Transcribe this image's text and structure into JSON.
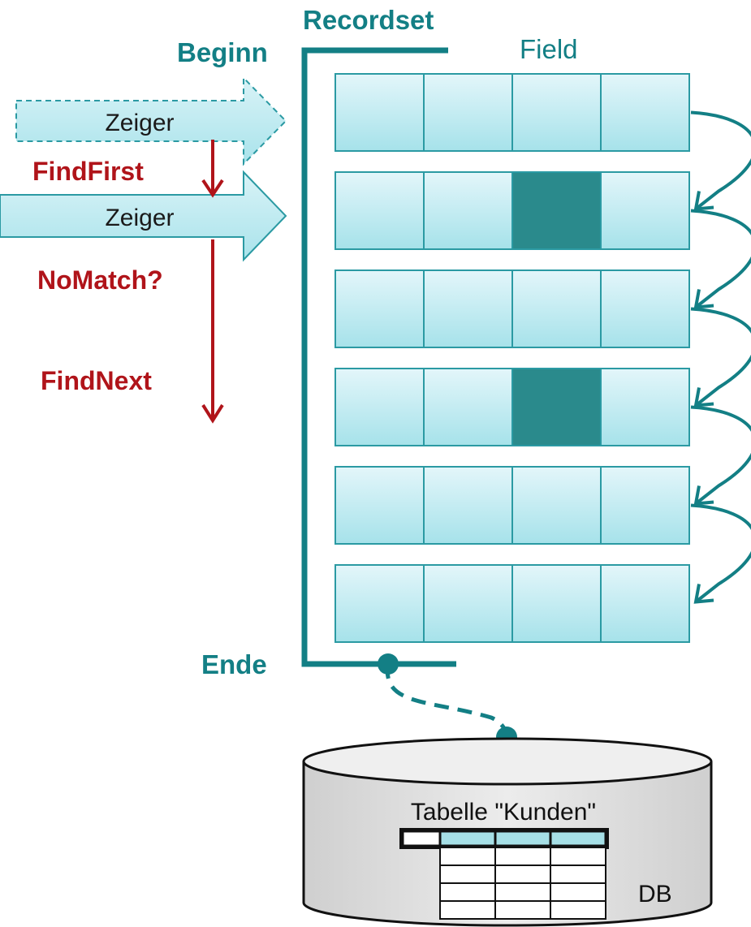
{
  "labels": {
    "recordset": "Recordset",
    "beginn": "Beginn",
    "field": "Field",
    "ende": "Ende",
    "pointer_ghost": "Zeiger",
    "pointer_active": "Zeiger",
    "find_first": "FindFirst",
    "no_match": "NoMatch?",
    "find_next": "FindNext",
    "table_name": "Tabelle \"Kunden\"",
    "db": "DB"
  },
  "recordset": {
    "rows": 6,
    "fields_per_row": 4,
    "highlighted_cells": [
      {
        "row": 1,
        "field": 2
      },
      {
        "row": 3,
        "field": 2
      }
    ]
  },
  "colors": {
    "teal": "#137f85",
    "highlight": "#2a8a8c",
    "cell_top": "#e3f6fa",
    "cell_bottom": "#a6e2ea",
    "red": "#b0141a",
    "db_fill": "#e4e4e4"
  }
}
